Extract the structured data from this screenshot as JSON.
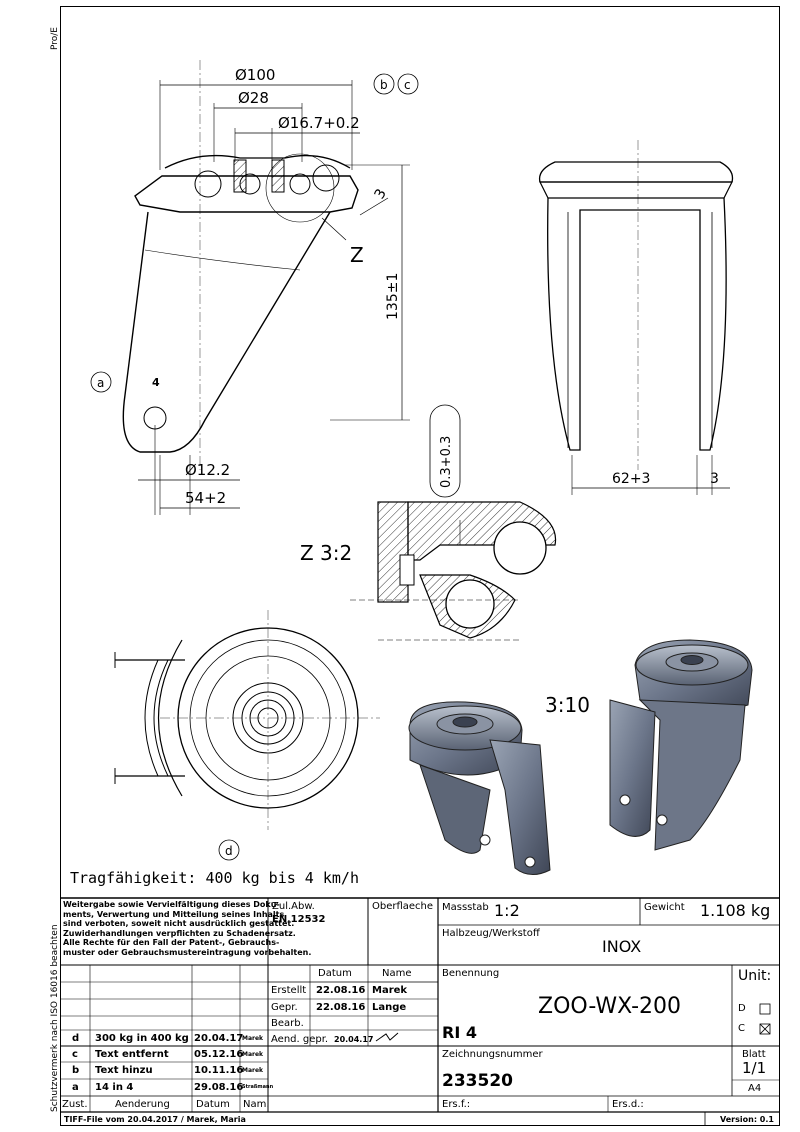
{
  "margin": {
    "top_left": "Pro/E",
    "bottom_left": "Schutzvermerk nach ISO 16016 beachten"
  },
  "drawing": {
    "dims": {
      "d100": "Ø100",
      "d28": "Ø28",
      "d16": "Ø16.7+0.2",
      "h135": "135±1",
      "d12": "Ø12.2",
      "w54": "54+2",
      "w62": "62+3",
      "t3a": "3",
      "t3b": "3",
      "gap": "0.3+0.3"
    },
    "labels": {
      "a": "a",
      "b": "b",
      "c": "c",
      "d": "d",
      "z": "Z",
      "hole_mark": "4",
      "detail": "Z 3:2",
      "scale_iso": "3:10",
      "capacity": "Tragfähigkeit: 400 kg bis 4 km/h"
    }
  },
  "title_block": {
    "notice": [
      "Weitergabe sowie Vervielfältigung dieses Doku-",
      "ments, Verwertung und Mitteilung seines Inhalts",
      "sind verboten, soweit nicht ausdrücklich gestattet.",
      "Zuwiderhandlungen verpflichten zu Schadenersatz.",
      "Alle Rechte für den Fall der Patent-, Gebrauchs-",
      "muster oder Gebrauchsmustereintragung vorbehalten."
    ],
    "tolerance_label": "Zul.Abw.",
    "tolerance_value": "EN 12532",
    "surface_label": "Oberflaeche",
    "scale_label": "Massstab",
    "scale_value": "1:2",
    "weight_label": "Gewicht",
    "weight_value": "1.108 kg",
    "material_label": "Halbzeug/Werkstoff",
    "material_value": "INOX",
    "header_datum": "Datum",
    "header_name": "Name",
    "rows": [
      {
        "label": "Erstellt",
        "date": "22.08.16",
        "name": "Marek"
      },
      {
        "label": "Gepr.",
        "date": "22.08.16",
        "name": "Lange"
      },
      {
        "label": "Bearb.",
        "date": "",
        "name": ""
      },
      {
        "label": "Aend. gepr.",
        "date": "20.04.17",
        "name": ""
      }
    ],
    "name_label": "Benennung",
    "name_value": "ZOO-WX-200",
    "name_sub": "RI 4",
    "unit_label": "Unit:",
    "unit_d": "D",
    "unit_c": "C",
    "drawing_no_label": "Zeichnungsnummer",
    "drawing_no": "233520",
    "sheet_label": "Blatt",
    "sheet_value": "1/1",
    "format": "A4",
    "ersf": "Ers.f.:",
    "ersd": "Ers.d.:",
    "revisions": [
      {
        "id": "d",
        "text": "300 kg in 400 kg",
        "date": "20.04.17",
        "name": "Marek"
      },
      {
        "id": "c",
        "text": "Text entfernt",
        "date": "05.12.16",
        "name": "Marek"
      },
      {
        "id": "b",
        "text": "Text hinzu",
        "date": "10.11.16",
        "name": "Marek"
      },
      {
        "id": "a",
        "text": "14 in 4",
        "date": "29.08.16",
        "name": "Straßmann"
      }
    ],
    "rev_header": {
      "zust": "Zust.",
      "aenderung": "Aenderung",
      "datum": "Datum",
      "nam": "Nam."
    },
    "footer": "TIFF-File vom 20.04.2017 / Marek, Maria",
    "version": "Version: 0.1"
  }
}
